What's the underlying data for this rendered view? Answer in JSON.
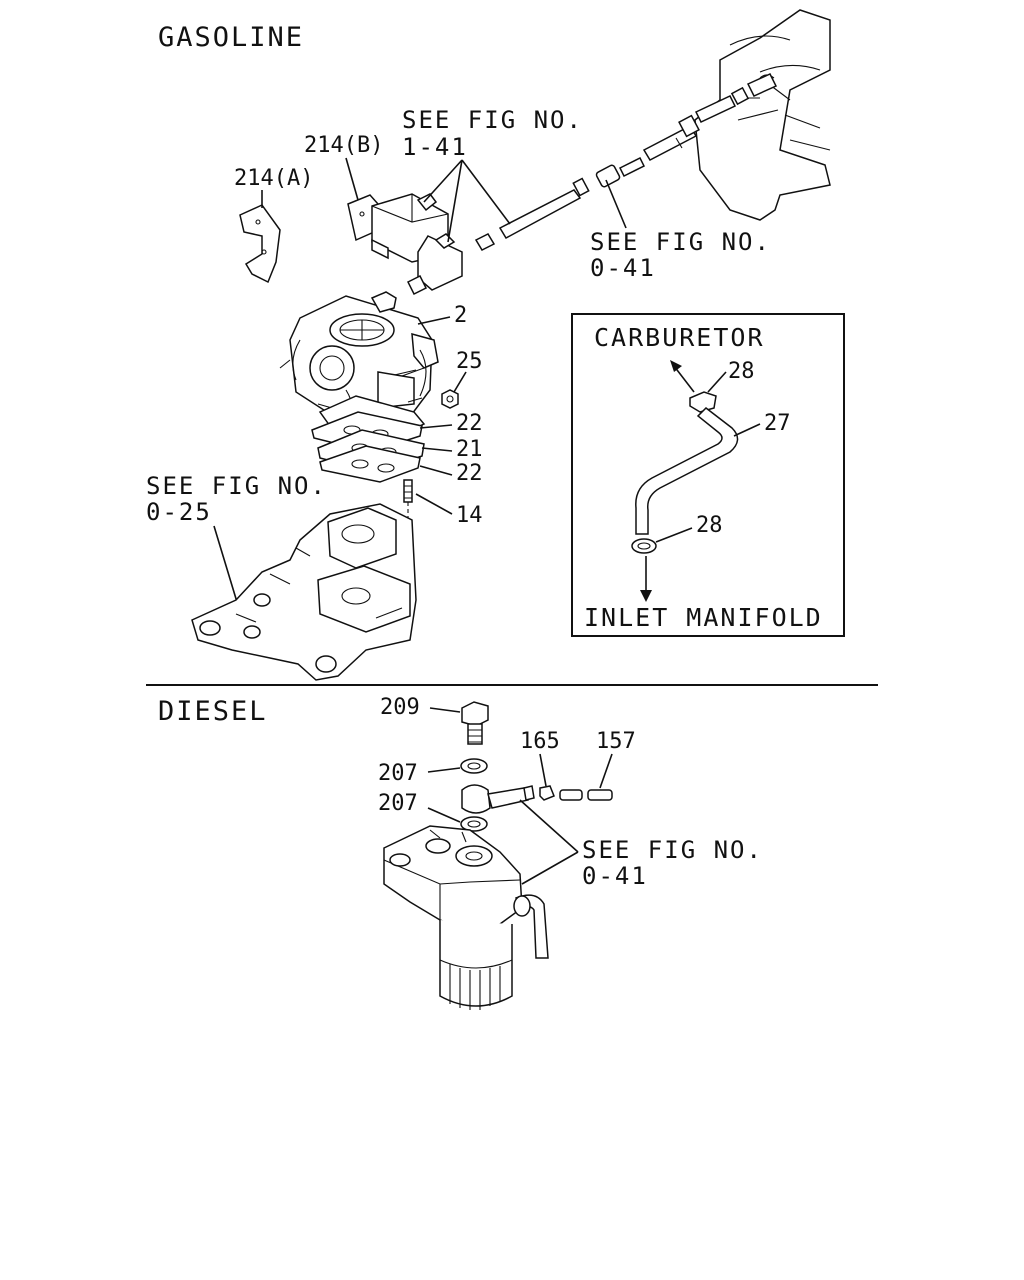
{
  "sections": {
    "gasoline": "GASOLINE",
    "diesel": "DIESEL"
  },
  "gasoline": {
    "callouts": {
      "bracket_a": "214(A)",
      "bracket_b": "214(B)",
      "carburetor": "2",
      "nut": "25",
      "gasket_upper": "22",
      "insulator": "21",
      "gasket_lower": "22",
      "stud": "14"
    },
    "refs": {
      "fig_1_41": {
        "line1": "SEE FIG NO.",
        "line2": "1-41"
      },
      "fig_0_41": {
        "line1": "SEE FIG NO.",
        "line2": "0-41"
      },
      "fig_0_25": {
        "line1": "SEE FIG NO.",
        "line2": "0-25"
      }
    },
    "detail_box": {
      "top_label": "CARBURETOR",
      "bottom_label": "INLET MANIFOLD",
      "clamp_top": "28",
      "hose": "27",
      "clamp_bottom": "28"
    }
  },
  "diesel": {
    "callouts": {
      "bolt": "209",
      "washer_upper": "207",
      "washer_lower": "207",
      "clip": "165",
      "hose": "157"
    },
    "refs": {
      "fig_0_41": {
        "line1": "SEE FIG NO.",
        "line2": "0-41"
      }
    }
  }
}
